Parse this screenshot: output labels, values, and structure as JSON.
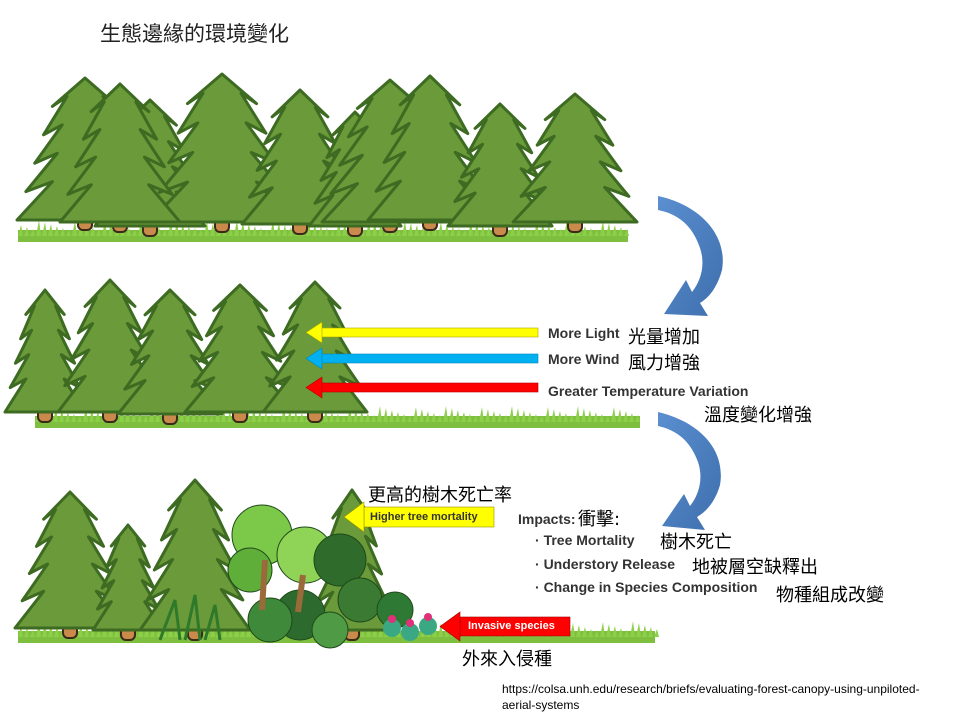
{
  "title": "生態邊緣的環境變化",
  "panel2": {
    "arrows": [
      {
        "en": "More Light",
        "zh": "光量增加",
        "color": "#ffff00"
      },
      {
        "en": "More Wind",
        "zh": "風力增強",
        "color": "#00b0f0"
      },
      {
        "en": "Greater Temperature Variation",
        "zh": "溫度變化增強",
        "color": "#ff0000"
      }
    ]
  },
  "panel3": {
    "mortality_zh": "更高的樹木死亡率",
    "mortality_en": "Higher tree mortality",
    "impacts_en": "Impacts:",
    "impacts_zh": "衝擊:",
    "impacts": [
      {
        "en": "Tree Mortality",
        "zh": "樹木死亡"
      },
      {
        "en": "Understory Release",
        "zh": "地被層空缺釋出"
      },
      {
        "en": "Change in Species Composition",
        "zh": "物種組成改變"
      }
    ],
    "invasive_en": "Invasive species",
    "invasive_zh": "外來入侵種"
  },
  "source": "https://colsa.unh.edu/research/briefs/evaluating-forest-canopy-using-unpiloted-aerial-systems",
  "colors": {
    "tree": "#6a9a3a",
    "tree_edge": "#3d6b22",
    "grass": "#7fbf3f",
    "trunk": "#c98a4b",
    "curve_arrow": "#4a7fc1",
    "mortality_box": "#ffff00",
    "invasive_box": "#ff0000"
  }
}
